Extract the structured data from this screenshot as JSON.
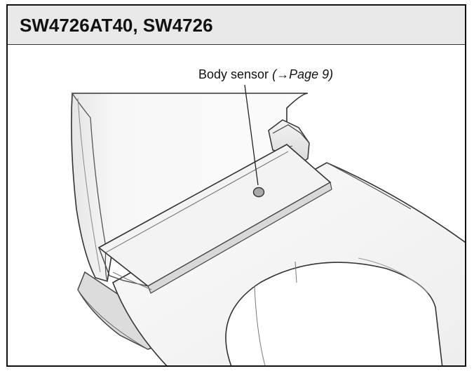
{
  "heading": {
    "models": "SW4726AT40, SW4726"
  },
  "callout": {
    "label": "Body sensor",
    "reference": "(→Page 9)"
  },
  "illustration": {
    "icon": "toilet-seat-illustration",
    "sensor_color": "#a9a9a9"
  }
}
